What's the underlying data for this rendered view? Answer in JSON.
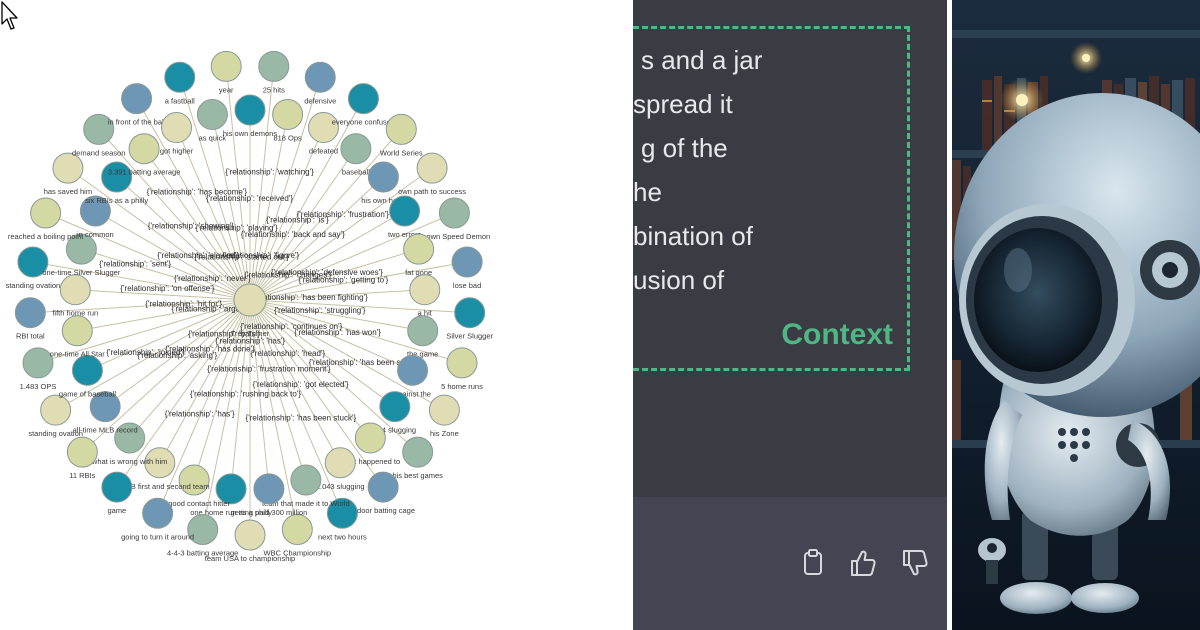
{
  "graph": {
    "center_label": "Trey Turner",
    "node_labels": [
      "his own demons",
      "25 hits",
      "818 Ops",
      "defensive",
      "defeated",
      "everyone confused",
      "baseball",
      "World Series",
      "his own head",
      "own path to success",
      "two errors",
      "known Speed Demon",
      "fat gone",
      "lose bad",
      "a hit",
      "Silver Slugger",
      "the game",
      "5 home runs",
      "against the",
      "his Zone",
      "444 slugging",
      "his best games",
      "what happened to",
      "indoor batting cage",
      "1.043 slugging",
      "next two hours",
      "team that made it to World",
      "WBC Championship",
      "getting paid 300 million",
      "team USA to championship",
      "one home run as a philly",
      "4-4-3 batting average",
      "as good contact hitter",
      "going to turn it around",
      "on MLB first and second team",
      "game",
      "what is wrong with him",
      "11 RBIs",
      "all-time MLB record",
      "standing ovation",
      "game of baseball",
      "1.483 OPS",
      "one-time All Star",
      "RBI total",
      "fifth home run",
      "standing ovation",
      "one-time Silver Slugger",
      "reached a boiling point",
      "in common",
      "has saved him",
      "six RBIs as a philly",
      "demand season",
      "3.391 batting average",
      "in front of the ball",
      "got higher",
      "a fastball",
      "as quick",
      "year"
    ],
    "relation_labels": [
      "{'relationship': 'has been fighting'}",
      "{'relationship': 'struggling'}",
      "{'relationship': 'has won'}",
      "{'relationship': 'has been stuck'}",
      "{'relationship': 'continues on'}",
      "{'relationship': 'head'}",
      "{'relationship': 'got elected'}",
      "{'relationship': 'has been stuck'}",
      "{'relationship': 'has'}",
      "{'relationship': 'frustration moment'}",
      "{'relationship': 'rushing back to'}",
      "{'relationship': 'has'}",
      "{'relationship': 'bats'}",
      "{'relationship': 'has done'}",
      "{'relationship': 'asking'}",
      "{'relationship': 'joined'}",
      "{'relationship': 'argued'}",
      "{'relationship': 'hit for'}",
      "{'relationship': 'on offense'}",
      "{'relationship': 'sent'}",
      "{'relationship': 'never'}",
      "{'relationship': 'slowed'}",
      "{'relationship': 'showing'}",
      "{'relationship': 'has become'}",
      "{'relationship': 'started out'}",
      "{'relationship': 'playing'}",
      "{'relationship': 'received'}",
      "{'relationship': 'watching'}",
      "{'relationship': 'figure'}",
      "{'relationship': 'back and say'}",
      "{'relationship': 'is'}",
      "{'relationship': 'frustration'}",
      "{'relationship': 'changes'}",
      "{'relationship': 'defensive woes'}",
      "{'relationship': 'getting to'}"
    ]
  },
  "chat": {
    "lines": [
      "s and a jar",
      "spread it",
      "g of the",
      "he",
      "bination of",
      "usion of"
    ],
    "context_label": "Context",
    "actions": [
      "copy-icon",
      "thumbs-up-icon",
      "thumbs-down-icon"
    ]
  },
  "colors": {
    "node_teal": "#1a8ea5",
    "node_steel": "#6e97b6",
    "node_sage": "#9ab8a6",
    "node_cream": "#e0dcb4",
    "node_olive": "#d4d8a2",
    "edge": "#c8c0a4",
    "chat_bg": "#3b3b43",
    "accent_green": "#4fb684"
  }
}
